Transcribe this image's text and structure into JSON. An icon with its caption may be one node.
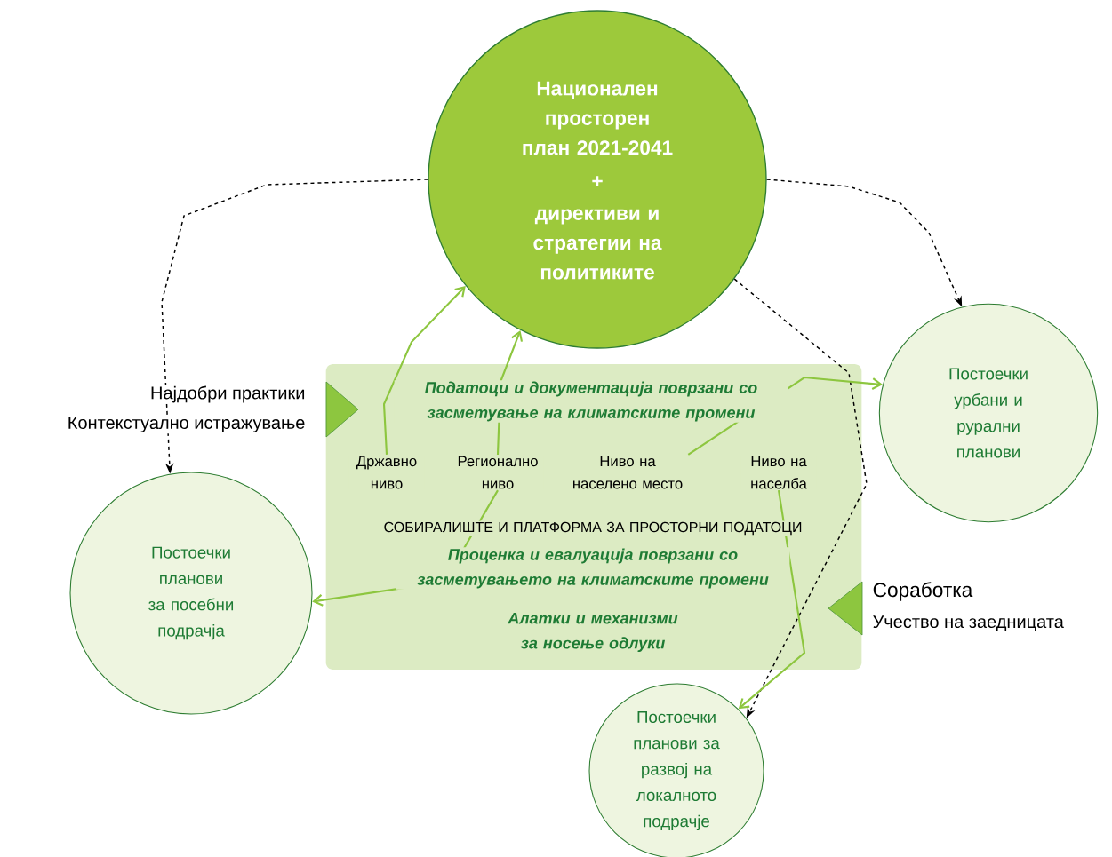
{
  "diagram": {
    "nodes": [
      {
        "text": [
          "Национален просторен план 2021-2041",
          "+",
          "директиви и стратегии на политиките"
        ]
      },
      {
        "text": [
          "Постоечки урбани и рурални планови"
        ]
      },
      {
        "text": [
          "Постоечки планови за посебни подрачја"
        ]
      },
      {
        "text": [
          "Постоечки планови за развој на локалното подрачје"
        ]
      },
      {
        "text": [
          "Податоци и документација поврзани со засметување на климатските промени",
          "СОБИРАЛИШТЕ И ПЛАТФОРМА ЗА ПРОСТОРНИ ПОДАТОЦИ",
          "Проценка и евалуација поврзани со засметувањето на климатските промени",
          "Алатки и механизми за носење одлуки"
        ]
      },
      {
        "text": [
          "Државно ниво"
        ],
        "in": 4
      },
      {
        "text": [
          "Регионално ниво"
        ],
        "in": 4
      },
      {
        "text": [
          "Ниво на населено место"
        ],
        "in": 4
      },
      {
        "text": [
          "Ниво на населба"
        ],
        "in": 4
      }
    ],
    "edges": [
      {
        "from": 0,
        "to": 2,
        "arrow": "to",
        "style": "dashed",
        "color": "#000000"
      },
      {
        "from": 0,
        "to": 1,
        "arrow": "to",
        "style": "dashed",
        "color": "#000000"
      },
      {
        "from": 0,
        "to": 3,
        "arrow": "to",
        "style": "dashed",
        "color": "#000000"
      },
      {
        "from": 5,
        "to": 0,
        "arrow": "to"
      },
      {
        "from": 6,
        "to": 0,
        "arrow": "to"
      },
      {
        "from": 7,
        "to": 1,
        "arrow": "to"
      },
      {
        "from": 6,
        "to": 2,
        "arrow": "to"
      },
      {
        "from": 8,
        "to": 3,
        "arrow": "to"
      }
    ],
    "labels": [
      "Најдобри практики",
      "Контекстуално истражување",
      "Соработка",
      "Учество на заедницата"
    ]
  }
}
